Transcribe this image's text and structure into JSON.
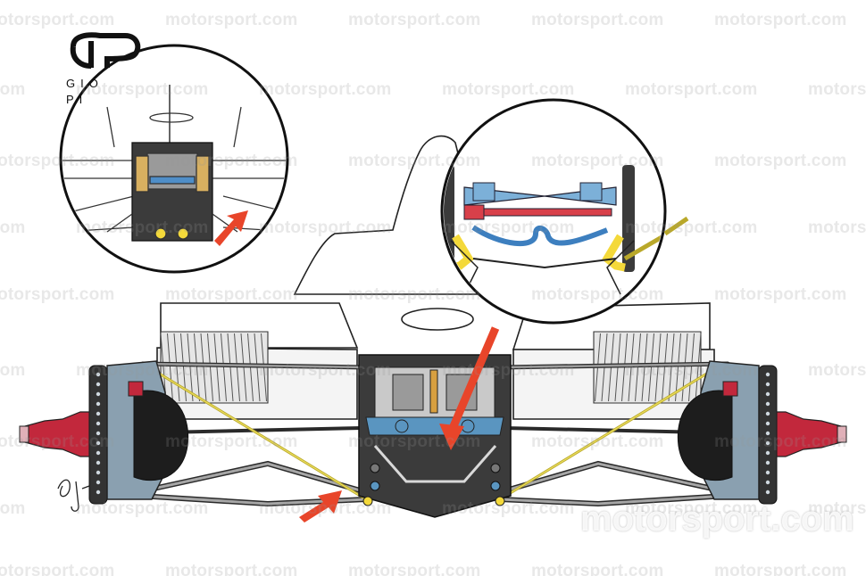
{
  "logo": {
    "line1": "GIO",
    "line2": "PI",
    "icon": "gp-monogram-icon"
  },
  "watermark": {
    "text": "motorsport.com",
    "big_text": "motorsport.com"
  },
  "colors": {
    "arrow": "#e8452a",
    "upright": "#8aa0b0",
    "hub": "#c2283c",
    "pushrod": "#e5d64a",
    "rocker_yellow": "#f4d93a",
    "damper_blue": "#4f8ec8",
    "antiroll_red": "#d8404a",
    "bulkhead": "#3b3b3b"
  },
  "insets": [
    {
      "name": "top-left-detail-inset",
      "icon": "zoom-detail-inset"
    },
    {
      "name": "top-right-detail-inset",
      "icon": "zoom-detail-inset"
    }
  ]
}
